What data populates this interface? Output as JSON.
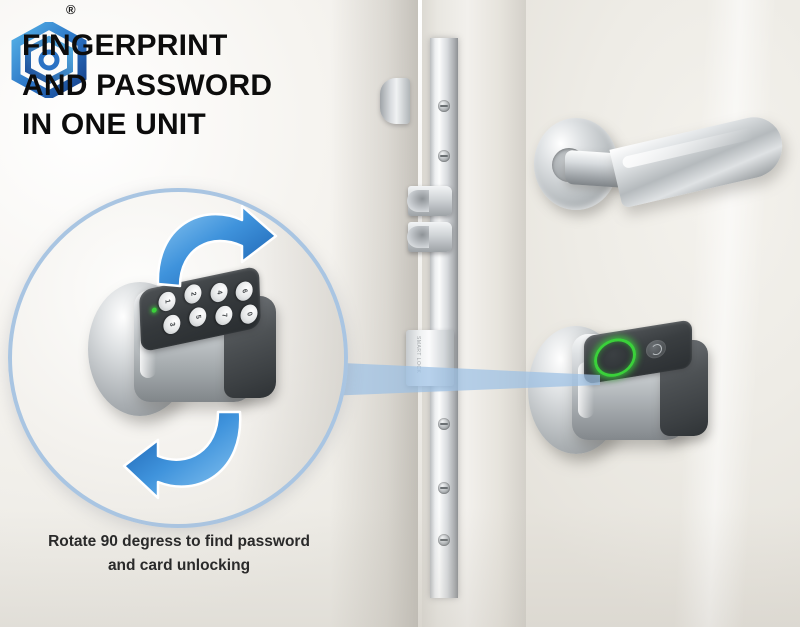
{
  "banner": {
    "headline_lines": [
      "FINGERPRINT",
      "AND PASSWORD",
      "IN ONE UNIT"
    ],
    "trademark_symbol": "®",
    "logo_name": "hexagon-brand-logo",
    "caption_lines": [
      "Rotate 90 degress to find password",
      "and card unlocking"
    ]
  },
  "colors": {
    "headline_text": "#0c0c0c",
    "caption_text": "#2a2a2a",
    "logo_blue_light": "#4aa3e0",
    "logo_blue_dark": "#1f4fa3",
    "circle_border": "#a9c5e2",
    "arrow_blue_light": "#7fc0ef",
    "arrow_blue_dark": "#1c6fc4",
    "beam_blue": "#9dc0e4",
    "indicator_green": "#3ad13a",
    "wall": "#eeece7",
    "metal_light": "#f7f8f9",
    "metal_dark": "#83888c",
    "cap_dark": "#3d4144"
  },
  "magnifier": {
    "label": "rotated-keypad-closeup",
    "keypad": {
      "row_one": [
        "1",
        "2",
        "4",
        "6"
      ],
      "row_two": [
        "3",
        "5",
        "7",
        "0"
      ],
      "led_label": "status-led"
    },
    "arrows": [
      {
        "name": "rotate-arrow-clockwise",
        "direction": "down"
      },
      {
        "name": "rotate-arrow-counterclockwise",
        "direction": "up"
      }
    ]
  },
  "door_scene": {
    "handle_label": "lever-handle",
    "faceplate_label": "door-edge-faceplate",
    "mortise_engraving": "SMART LOCK",
    "lock": {
      "name": "smart-lock-main",
      "fingerprint_reader_label": "fingerprint-sensor",
      "card_reader_label": "nfc-card-reader",
      "indicator_state": "green"
    },
    "latches": [
      "upper-latch-bolt",
      "lower-latch-bolt"
    ],
    "hinge_label": "door-hinge"
  }
}
